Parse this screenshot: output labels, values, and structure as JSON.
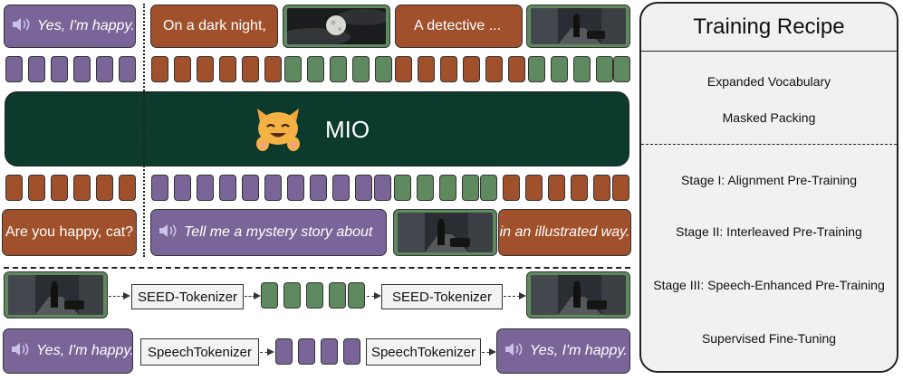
{
  "colors": {
    "purple": "#7a6598",
    "orange": "#a1502c",
    "green": "#5f8a5f",
    "model": "#0c3a2c",
    "panel": "#f1f1f1"
  },
  "top_row": {
    "response": "Yes, I'm happy.",
    "story_part1": "On a dark night,",
    "story_part2": "A detective ..."
  },
  "model": {
    "name": "MIO",
    "mascot_icon": "cat-icon"
  },
  "bottom_row": {
    "question": "Are you happy, cat?",
    "request": "Tell me a mystery story about",
    "style": "in an illustrated way."
  },
  "tokenizers": {
    "image_row": {
      "left": "SEED-Tokenizer",
      "right": "SEED-Tokenizer"
    },
    "speech_row": {
      "input": "Yes, I'm happy.",
      "left": "SpeechTokenizer",
      "right": "SpeechTokenizer",
      "output": "Yes, I'm happy."
    }
  },
  "recipe": {
    "title": "Training Recipe",
    "items": [
      "Expanded Vocabulary",
      "Masked Packing",
      "Stage I: Alignment Pre-Training",
      "Stage II: Interleaved Pre-Training",
      "Stage III: Speech-Enhanced Pre-Training",
      "Supervised Fine-Tuning"
    ]
  }
}
